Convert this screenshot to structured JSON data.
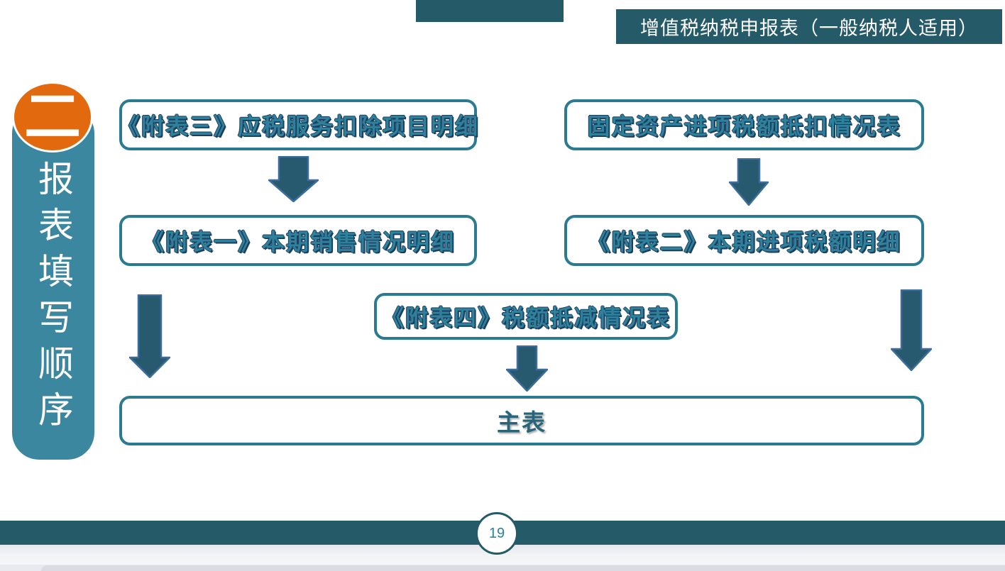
{
  "header": {
    "banner_title": "增值税纳税申报表（一般纳税人适用）"
  },
  "section_tab": {
    "number": "二",
    "label": "报表填写顺序"
  },
  "flowchart": {
    "boxes": {
      "appendix3": "《附表三》应税服务扣除项目明细",
      "fixed_assets": "固定资产进项税额抵扣情况表",
      "appendix1": "《附表一》本期销售情况明细",
      "appendix2": "《附表二》本期进项税额明细",
      "appendix4": "《附表四》税额抵减情况表",
      "main": "主表"
    }
  },
  "footer": {
    "page_number": "19"
  },
  "colors": {
    "teal_dark": "#255A69",
    "teal_pill": "#3B87A0",
    "orange": "#E2690D",
    "box_border": "#2A7A91",
    "box_text": "#2E809B",
    "arrow_fill": "#275A6E",
    "arrow_stroke": "#3E6D9C"
  }
}
